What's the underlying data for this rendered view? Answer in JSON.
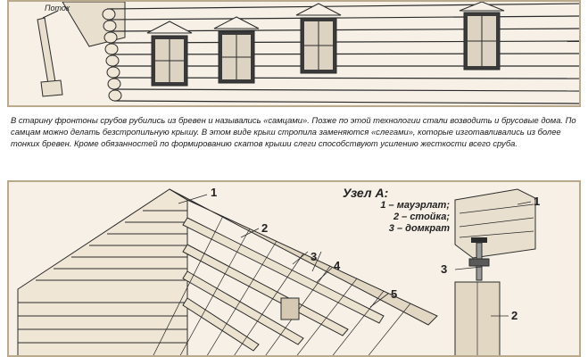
{
  "top_figure": {
    "label": "Поток"
  },
  "caption": {
    "paragraph": "В старину фронтоны срубов рубились из бревен и назывались «самцами». Позже по этой технологии стали возводить и брусовые дома. По самцам можно делать безстропильную крышу. В этом виде крыш стропила заменяются «слегами», которые изготавливались из более тонких бревен. Кроме обязанностей по формированию скатов крыши слеги способствуют усилению жесткости всего сруба."
  },
  "bottom_figure": {
    "callouts": [
      "1",
      "2",
      "3",
      "4",
      "5"
    ],
    "node": {
      "title": "Узел А:",
      "items": [
        "1 – мауэрлат;",
        "2 – стойка;",
        "3 – домкрат"
      ],
      "callouts": [
        "1",
        "3",
        "2"
      ]
    }
  },
  "colors": {
    "panel_border": "#b9a98d",
    "panel_bg": "#f6f0e6",
    "line": "#2b2b2b"
  }
}
